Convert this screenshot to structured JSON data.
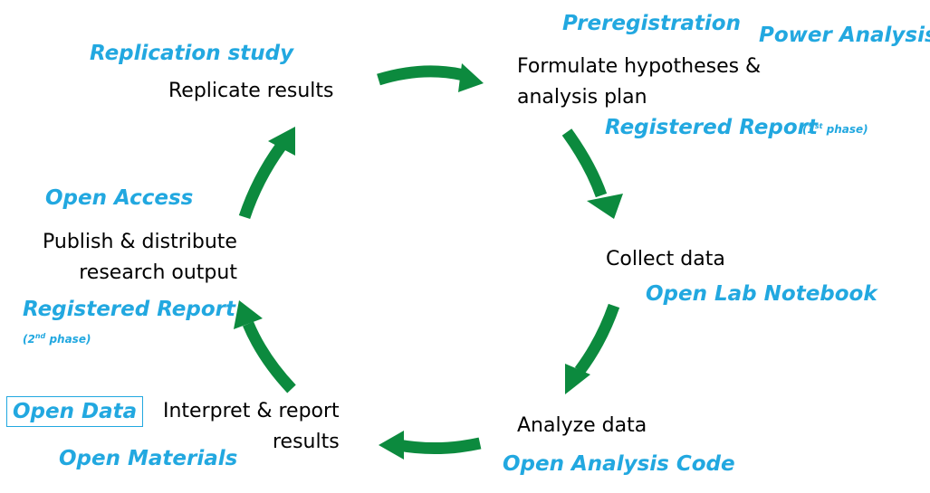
{
  "colors": {
    "arrow": "#0C8A3E",
    "practice_text": "#22A8E0",
    "step_text": "#000000"
  },
  "steps": {
    "replicate": [
      "Replicate results"
    ],
    "hypotheses": [
      "Formulate hypotheses &",
      "analysis plan"
    ],
    "collect": [
      "Collect data"
    ],
    "analyze": [
      "Analyze data"
    ],
    "interpret": [
      "Interpret & report",
      "results"
    ],
    "publish": [
      "Publish & distribute",
      "research output"
    ]
  },
  "practices": {
    "replication_study": "Replication study",
    "preregistration": "Preregistration",
    "power_analysis": "Power Analysis",
    "registered_report_1": "Registered Report",
    "registered_report_1_phase_num": "1",
    "registered_report_1_phase_suffix": "st",
    "registered_report_1_phase_word": "phase",
    "open_lab_notebook": "Open Lab Notebook",
    "open_analysis_code": "Open Analysis Code",
    "open_data": "Open Data",
    "open_materials": "Open Materials",
    "registered_report_2": "Registered Report",
    "registered_report_2_phase_num": "2",
    "registered_report_2_phase_suffix": "nd",
    "registered_report_2_phase_word": "phase",
    "open_access": "Open Access"
  }
}
